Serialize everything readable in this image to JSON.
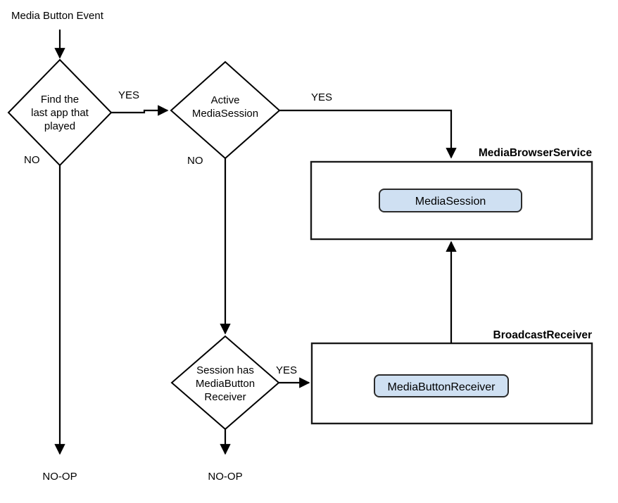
{
  "diagram": {
    "title_label": "Media Button Event",
    "decisions": [
      {
        "id": "find-last-app",
        "lines": [
          "Find the",
          "last app that",
          "played"
        ],
        "yes_label": "YES",
        "no_label": "NO"
      },
      {
        "id": "active-mediasession",
        "lines": [
          "Active",
          "MediaSession"
        ],
        "yes_label": "YES",
        "no_label": "NO"
      },
      {
        "id": "session-has-mediabutton-receiver",
        "lines": [
          "Session  has",
          "MediaButton",
          "Receiver"
        ],
        "yes_label": "YES"
      }
    ],
    "containers": [
      {
        "id": "mediabrowserservice",
        "title": "MediaBrowserService",
        "node_label": "MediaSession",
        "node_fill": "#cfe0f2",
        "node_stroke": "#2b2b2b"
      },
      {
        "id": "broadcastreceiver",
        "title": "BroadcastReceiver",
        "node_label": "MediaButtonReceiver",
        "node_fill": "#cfe0f2",
        "node_stroke": "#2b2b2b"
      }
    ],
    "terminals": [
      {
        "id": "noop-left",
        "label": "NO-OP"
      },
      {
        "id": "noop-middle",
        "label": "NO-OP"
      }
    ],
    "colors": {
      "stroke": "#000000",
      "background": "#ffffff",
      "node_fill": "#cfe0f2"
    }
  }
}
